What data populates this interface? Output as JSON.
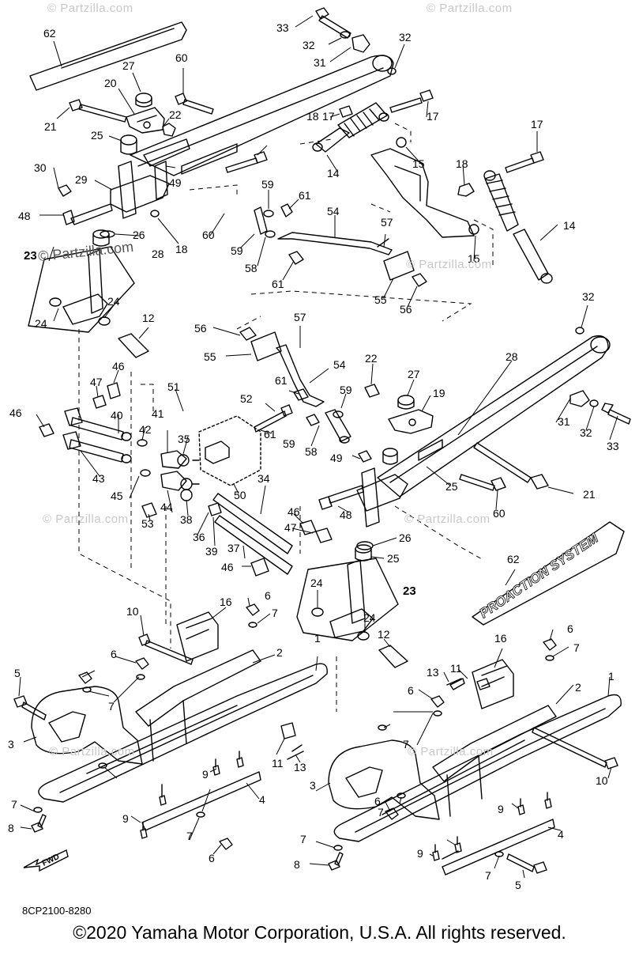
{
  "diagram": {
    "watermark": "© Partzilla.com",
    "diagram_code": "8CP2100-8280",
    "copyright": "©2020 Yamaha Motor Corporation, U.S.A. All rights reserved.",
    "fwd_label": "FWD",
    "decal_text": "PROACTION SYSTEM",
    "callouts": [
      {
        "id": "c62a",
        "n": "62"
      },
      {
        "id": "c33a",
        "n": "33"
      },
      {
        "id": "c32a",
        "n": "32"
      },
      {
        "id": "c32b",
        "n": "32"
      },
      {
        "id": "c31a",
        "n": "31"
      },
      {
        "id": "c27a",
        "n": "27"
      },
      {
        "id": "c60a",
        "n": "60"
      },
      {
        "id": "c20a",
        "n": "20"
      },
      {
        "id": "c21a",
        "n": "21"
      },
      {
        "id": "c22a",
        "n": "22"
      },
      {
        "id": "c25a",
        "n": "25"
      },
      {
        "id": "c17a",
        "n": "17"
      },
      {
        "id": "c18a",
        "n": "18"
      },
      {
        "id": "c17b",
        "n": "17"
      },
      {
        "id": "c17c",
        "n": "17"
      },
      {
        "id": "c30a",
        "n": "30"
      },
      {
        "id": "c29a",
        "n": "29"
      },
      {
        "id": "c49a",
        "n": "49"
      },
      {
        "id": "c14a",
        "n": "14"
      },
      {
        "id": "c15a",
        "n": "15"
      },
      {
        "id": "c18b",
        "n": "18"
      },
      {
        "id": "c59a",
        "n": "59"
      },
      {
        "id": "c61a",
        "n": "61"
      },
      {
        "id": "c48a",
        "n": "48"
      },
      {
        "id": "c26a",
        "n": "26"
      },
      {
        "id": "c60b",
        "n": "60"
      },
      {
        "id": "c18c",
        "n": "18"
      },
      {
        "id": "c54a",
        "n": "54"
      },
      {
        "id": "c57a",
        "n": "57"
      },
      {
        "id": "c14b",
        "n": "14"
      },
      {
        "id": "c28a",
        "n": "28"
      },
      {
        "id": "c59b",
        "n": "59"
      },
      {
        "id": "c15b",
        "n": "15"
      },
      {
        "id": "c58a",
        "n": "58"
      },
      {
        "id": "c61b",
        "n": "61"
      },
      {
        "id": "c55a",
        "n": "55"
      },
      {
        "id": "c56a",
        "n": "56"
      },
      {
        "id": "c23a",
        "n": "23"
      },
      {
        "id": "c24a",
        "n": "24"
      },
      {
        "id": "c24b",
        "n": "24"
      },
      {
        "id": "c12a",
        "n": "12"
      },
      {
        "id": "c32c",
        "n": "32"
      },
      {
        "id": "c56b",
        "n": "56"
      },
      {
        "id": "c57b",
        "n": "57"
      },
      {
        "id": "c55b",
        "n": "55"
      },
      {
        "id": "c54b",
        "n": "54"
      },
      {
        "id": "c22b",
        "n": "22"
      },
      {
        "id": "c27b",
        "n": "27"
      },
      {
        "id": "c28b",
        "n": "28"
      },
      {
        "id": "c46a",
        "n": "46"
      },
      {
        "id": "c47a",
        "n": "47"
      },
      {
        "id": "c51a",
        "n": "51"
      },
      {
        "id": "c61c",
        "n": "61"
      },
      {
        "id": "c59c",
        "n": "59"
      },
      {
        "id": "c19a",
        "n": "19"
      },
      {
        "id": "c46b",
        "n": "46"
      },
      {
        "id": "c40a",
        "n": "40"
      },
      {
        "id": "c52a",
        "n": "52"
      },
      {
        "id": "c61d",
        "n": "61"
      },
      {
        "id": "c59d",
        "n": "59"
      },
      {
        "id": "c31b",
        "n": "31"
      },
      {
        "id": "c32d",
        "n": "32"
      },
      {
        "id": "c33b",
        "n": "33"
      },
      {
        "id": "c42a",
        "n": "42"
      },
      {
        "id": "c41a",
        "n": "41"
      },
      {
        "id": "c35a",
        "n": "35"
      },
      {
        "id": "c58b",
        "n": "58"
      },
      {
        "id": "c49b",
        "n": "49"
      },
      {
        "id": "c43a",
        "n": "43"
      },
      {
        "id": "c25b",
        "n": "25"
      },
      {
        "id": "c21b",
        "n": "21"
      },
      {
        "id": "c45a",
        "n": "45"
      },
      {
        "id": "c34a",
        "n": "34"
      },
      {
        "id": "c48b",
        "n": "48"
      },
      {
        "id": "c60c",
        "n": "60"
      },
      {
        "id": "c53a",
        "n": "53"
      },
      {
        "id": "c44a",
        "n": "44"
      },
      {
        "id": "c38a",
        "n": "38"
      },
      {
        "id": "c50a",
        "n": "50"
      },
      {
        "id": "c36a",
        "n": "36"
      },
      {
        "id": "c46c",
        "n": "46"
      },
      {
        "id": "c47b",
        "n": "47"
      },
      {
        "id": "c39a",
        "n": "39"
      },
      {
        "id": "c37a",
        "n": "37"
      },
      {
        "id": "c46d",
        "n": "46"
      },
      {
        "id": "c26b",
        "n": "26"
      },
      {
        "id": "c25c",
        "n": "25"
      },
      {
        "id": "c62b",
        "n": "62"
      },
      {
        "id": "c23b",
        "n": "23"
      },
      {
        "id": "c24c",
        "n": "24"
      },
      {
        "id": "c24d",
        "n": "24"
      },
      {
        "id": "c12b",
        "n": "12"
      },
      {
        "id": "c6a",
        "n": "6"
      },
      {
        "id": "c7a",
        "n": "7"
      },
      {
        "id": "c10a",
        "n": "10"
      },
      {
        "id": "c16a",
        "n": "16"
      },
      {
        "id": "c1a",
        "n": "1"
      },
      {
        "id": "c2a",
        "n": "2"
      },
      {
        "id": "c6b",
        "n": "6"
      },
      {
        "id": "c5a",
        "n": "5"
      },
      {
        "id": "c7b",
        "n": "7"
      },
      {
        "id": "c3a",
        "n": "3"
      },
      {
        "id": "c11a",
        "n": "11"
      },
      {
        "id": "c13a",
        "n": "13"
      },
      {
        "id": "c9a",
        "n": "9"
      },
      {
        "id": "c4a",
        "n": "4"
      },
      {
        "id": "c7c",
        "n": "7"
      },
      {
        "id": "c8a",
        "n": "8"
      },
      {
        "id": "c9b",
        "n": "9"
      },
      {
        "id": "c7d",
        "n": "7"
      },
      {
        "id": "c6c",
        "n": "6"
      },
      {
        "id": "c6d",
        "n": "6"
      },
      {
        "id": "c7e",
        "n": "7"
      },
      {
        "id": "c16b",
        "n": "16"
      },
      {
        "id": "c1b",
        "n": "1"
      },
      {
        "id": "c13b",
        "n": "13"
      },
      {
        "id": "c11b",
        "n": "11"
      },
      {
        "id": "c2b",
        "n": "2"
      },
      {
        "id": "c6e",
        "n": "6"
      },
      {
        "id": "c7f",
        "n": "7"
      },
      {
        "id": "c10b",
        "n": "10"
      },
      {
        "id": "c3b",
        "n": "3"
      },
      {
        "id": "c6f",
        "n": "6"
      },
      {
        "id": "c7g",
        "n": "7"
      },
      {
        "id": "c9c",
        "n": "9"
      },
      {
        "id": "c4b",
        "n": "4"
      },
      {
        "id": "c7h",
        "n": "7"
      },
      {
        "id": "c8b",
        "n": "8"
      },
      {
        "id": "c9d",
        "n": "9"
      },
      {
        "id": "c7i",
        "n": "7"
      },
      {
        "id": "c5b",
        "n": "5"
      }
    ]
  }
}
